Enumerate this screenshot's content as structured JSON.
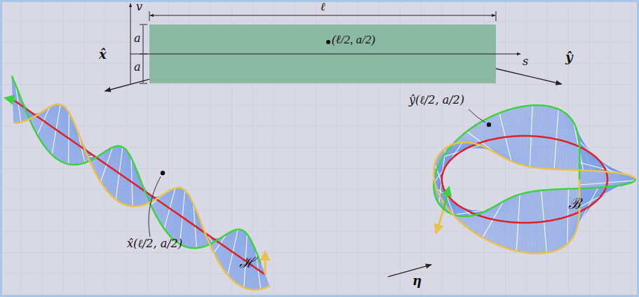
{
  "diagram": {
    "nodes": [
      {
        "text": [
          "(ℓ/2, a/2)"
        ]
      },
      {
        "text": [
          "ℋ"
        ]
      },
      {
        "text": [
          "ℬ"
        ]
      }
    ],
    "edges": [
      {
        "from": 0,
        "to": 1,
        "arrow": "to",
        "label": "x̂"
      },
      {
        "from": 0,
        "to": 2,
        "arrow": "to",
        "label": "ŷ"
      },
      {
        "from": 1,
        "to": 2,
        "arrow": "to",
        "label": "η"
      }
    ],
    "labels": [
      "v",
      "ℓ",
      "a",
      "a",
      "s",
      "x̂(ℓ/2, a/2)",
      "ŷ(ℓ/2, a/2)"
    ]
  }
}
